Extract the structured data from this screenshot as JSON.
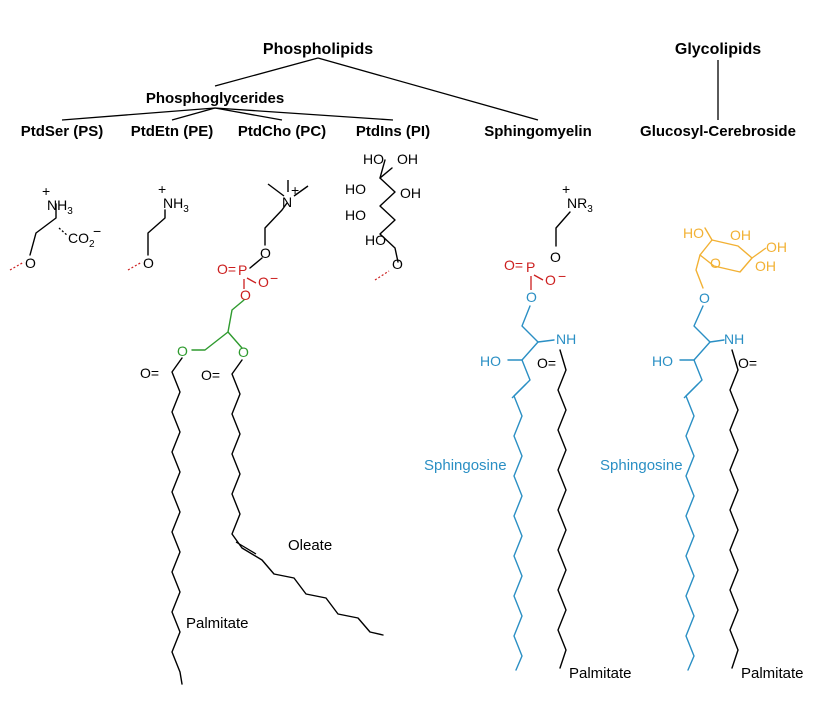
{
  "colors": {
    "text": "#000000",
    "phosphate": "#cc1f1f",
    "glycerol": "#2e9a2e",
    "sphingosine": "#2a8fc4",
    "glucose": "#f2b134"
  },
  "headers": {
    "phospholipids": "Phospholipids",
    "glycolipids": "Glycolipids",
    "phosphoglycerides": "Phosphoglycerides"
  },
  "classes": {
    "ps": "PtdSer (PS)",
    "pe": "PtdEtn (PE)",
    "pc": "PtdCho (PC)",
    "pi": "PtdIns (PI)",
    "sm": "Sphingomyelin",
    "gc": "Glucosyl-Cerebroside"
  },
  "atoms": {
    "nh3": "NH",
    "sub3": "3",
    "plus": "+",
    "minus": "−",
    "co2": "CO",
    "sub2": "2",
    "o": "O",
    "n": "N",
    "p": "P",
    "nh": "NH",
    "ho": "HO",
    "oh": "OH",
    "r3": "R",
    "o_eq": "O="
  },
  "labels": {
    "oleate": "Oleate",
    "palmitate": "Palmitate",
    "sphingosine": "Sphingosine"
  }
}
